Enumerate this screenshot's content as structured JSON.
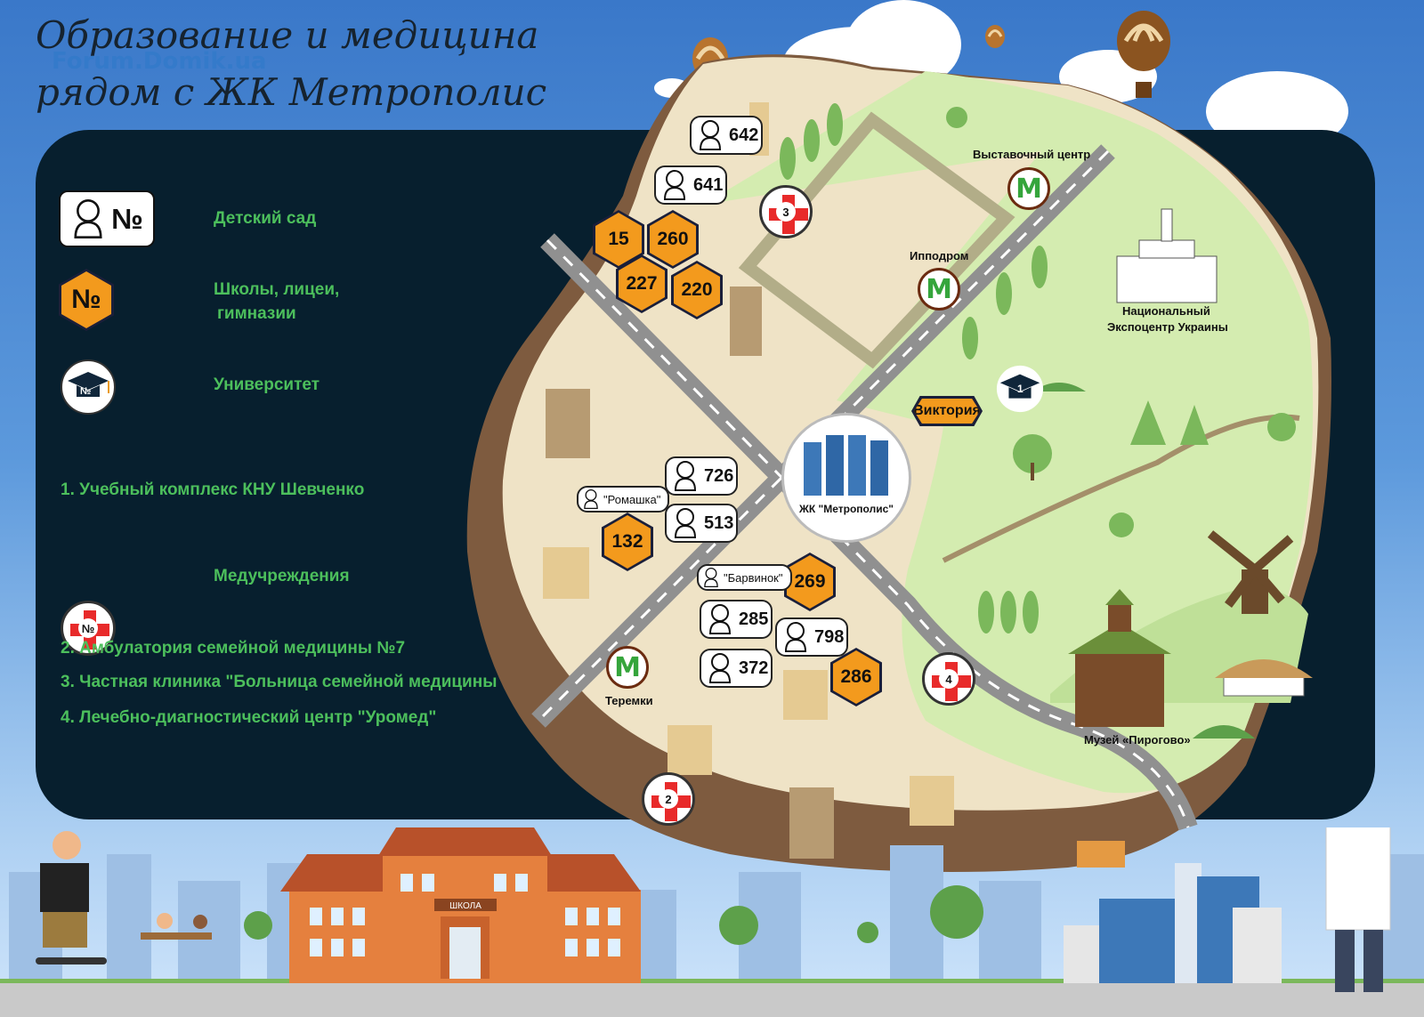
{
  "header": {
    "title_line1": "Образование и медицина",
    "title_line2": "рядом с ЖК Метрополис",
    "watermark": "Forum.Domik.ua"
  },
  "legend": {
    "kindergarten": {
      "symbol": "№",
      "label": "Детский сад"
    },
    "school": {
      "symbol": "№",
      "label_line1": "Школы, лицеи,",
      "label_line2": "гимназии"
    },
    "university": {
      "symbol": "№",
      "label": "Университет"
    },
    "university_list": [
      "1. Учебный комплекс КНУ Шевченко"
    ],
    "medical": {
      "symbol": "№",
      "label": "Медучреждения"
    },
    "medical_list": [
      "2. Амбулатория семейной медицины №7",
      "3. Частная клиника \"Больница семейной медицины",
      "4. Лечебно-диагностический центр \"Уромед\""
    ]
  },
  "map": {
    "kindergartens": [
      "642",
      "641",
      "726",
      "513",
      "285",
      "372",
      "798"
    ],
    "kindergartens_named": [
      "\"Ромашка\"",
      "\"Барвинок\""
    ],
    "schools": [
      "15",
      "260",
      "227",
      "220",
      "132",
      "269",
      "286"
    ],
    "medical_markers": [
      "3",
      "2",
      "4"
    ],
    "university_marker": "1",
    "metro_symbol": "М",
    "labels": {
      "exhibition_center": "Выставочный центр",
      "hippodrome": "Ипподром",
      "expocenter_line1": "Национальный",
      "expocenter_line2": "Экспоцентр Украины",
      "viktoria": "Виктория",
      "metropolis": "ЖК \"Метрополис\"",
      "teremki": "Теремки",
      "pirogovo": "Музей «Пирогово»",
      "school_sign": "ШКОЛА"
    }
  },
  "colors": {
    "panel": "#071f2e",
    "legend_text": "#4cbf5c",
    "school_hex": "#f39a1d",
    "medical_cross": "#e82a2a",
    "metro_m": "#35a53c",
    "map_sand": "#efe3c6",
    "map_park": "#d4ecb0"
  }
}
